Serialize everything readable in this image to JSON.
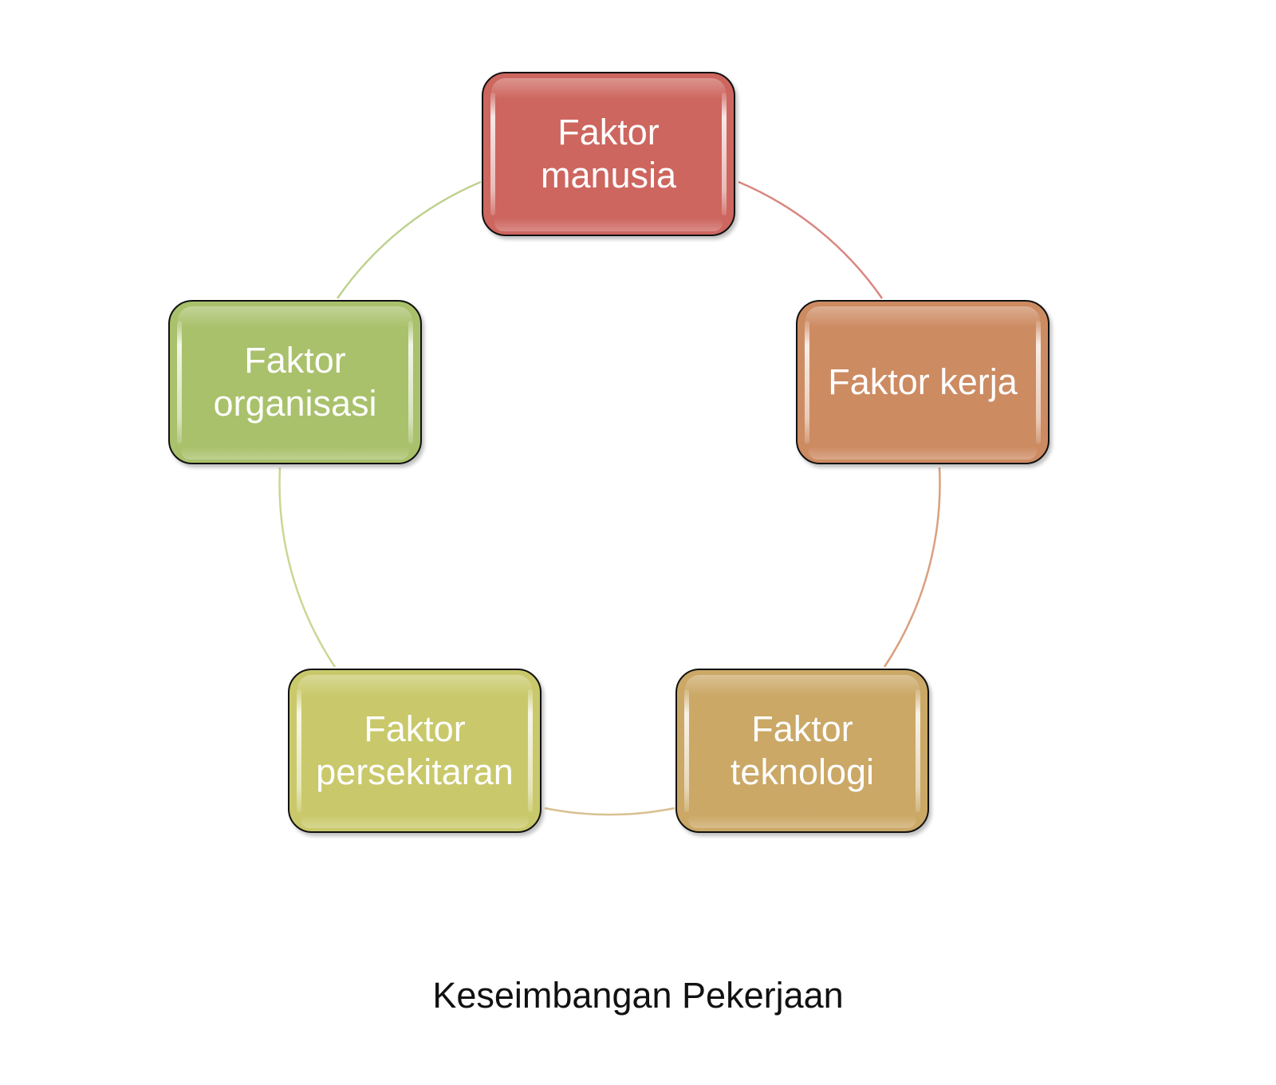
{
  "diagram": {
    "type": "cycle",
    "caption": "Keseimbangan Pekerjaan",
    "nodes": [
      {
        "id": "manusia",
        "label": "Faktor\nmanusia",
        "color": "#cd665f"
      },
      {
        "id": "kerja",
        "label": "Faktor kerja",
        "color": "#cd8b62"
      },
      {
        "id": "teknologi",
        "label": "Faktor\nteknologi",
        "color": "#cba866"
      },
      {
        "id": "persekitaran",
        "label": "Faktor\npersekitaran",
        "color": "#c9c96b"
      },
      {
        "id": "organisasi",
        "label": "Faktor\norganisasi",
        "color": "#a9c16b"
      }
    ],
    "connectors": [
      {
        "from": "manusia",
        "to": "kerja",
        "color": "#d98680"
      },
      {
        "from": "kerja",
        "to": "teknologi",
        "color": "#d9a07e"
      },
      {
        "from": "teknologi",
        "to": "persekitaran",
        "color": "#d8c090"
      },
      {
        "from": "persekitaran",
        "to": "organisasi",
        "color": "#cfd494"
      },
      {
        "from": "organisasi",
        "to": "manusia",
        "color": "#bdd28f"
      }
    ]
  }
}
